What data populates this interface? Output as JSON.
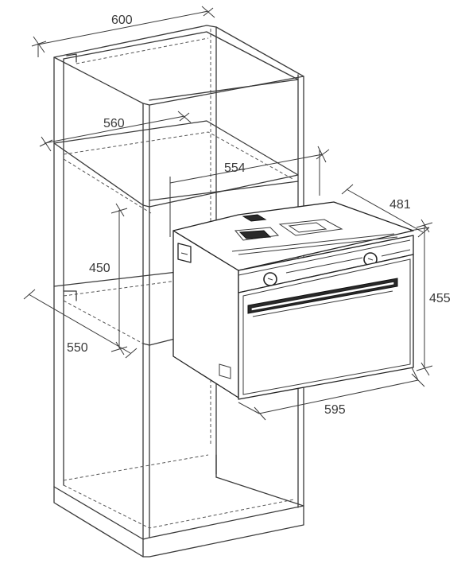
{
  "dimensions": {
    "cabinet_width": "600",
    "cabinet_inner_width": "560",
    "niche_depth": "554",
    "niche_height": "450",
    "cabinet_depth": "550",
    "oven_depth": "481",
    "oven_height": "455",
    "oven_width": "595"
  },
  "colors": {
    "line": "#3a3a3a",
    "background": "#ffffff"
  }
}
